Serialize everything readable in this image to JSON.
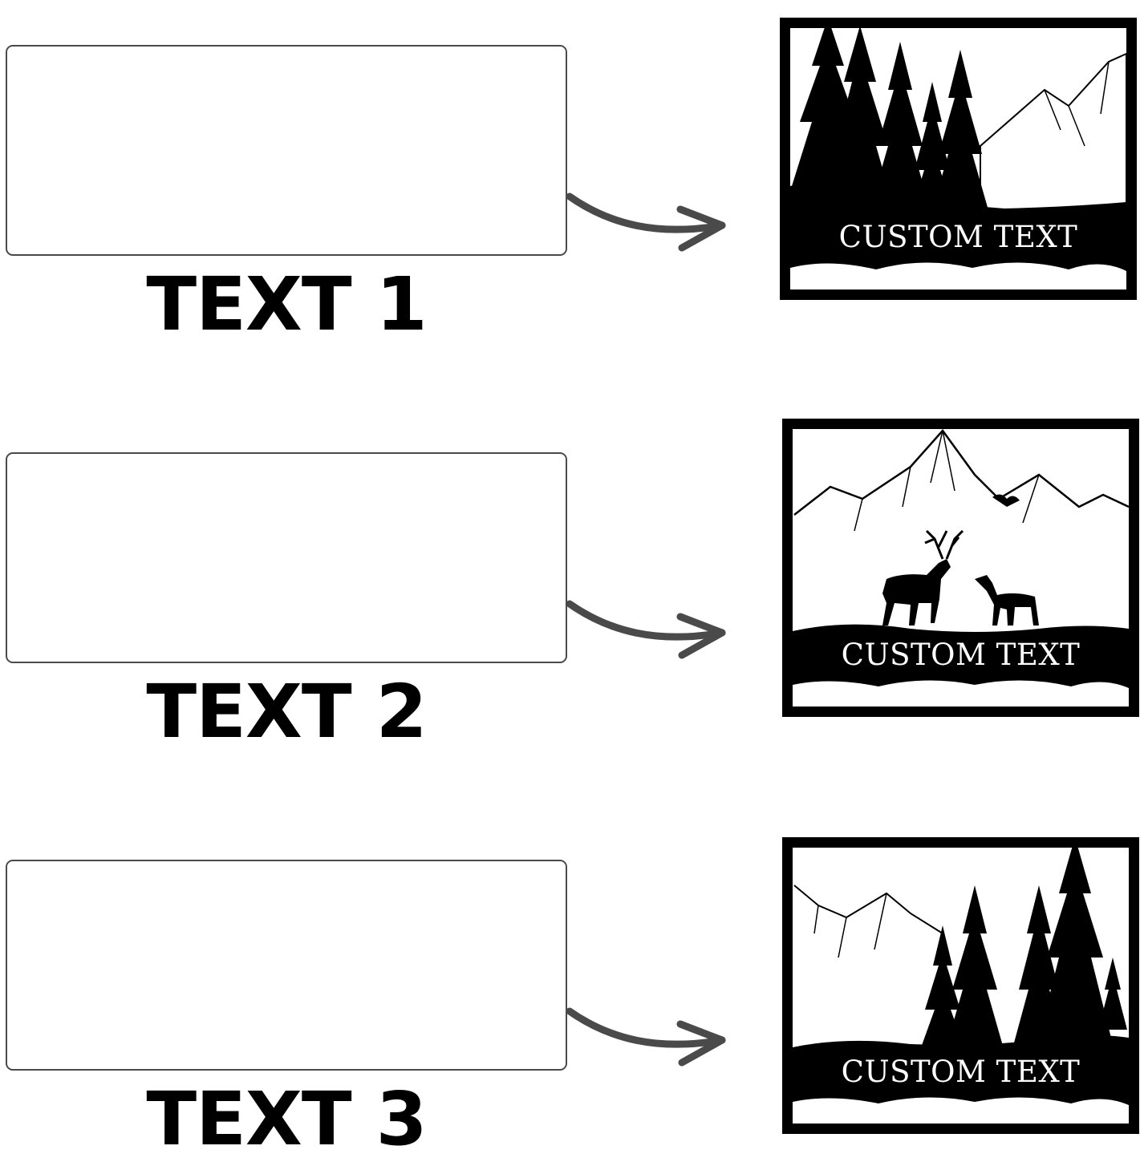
{
  "rows": [
    {
      "label": "TEXT 1",
      "sign_text": "CUSTOM TEXT",
      "scene": "forest-mountains"
    },
    {
      "label": "TEXT 2",
      "sign_text": "CUSTOM TEXT",
      "scene": "deer-mountains"
    },
    {
      "label": "TEXT 3",
      "sign_text": "CUSTOM TEXT",
      "scene": "mountains-forest"
    }
  ],
  "colors": {
    "box_border": "#4a4a4a",
    "arrow": "#4a4a4a",
    "sign": "#000000",
    "background": "#ffffff"
  },
  "icons": {
    "arrow": "curved-arrow-icon",
    "sign": "metal-sign-icon"
  }
}
